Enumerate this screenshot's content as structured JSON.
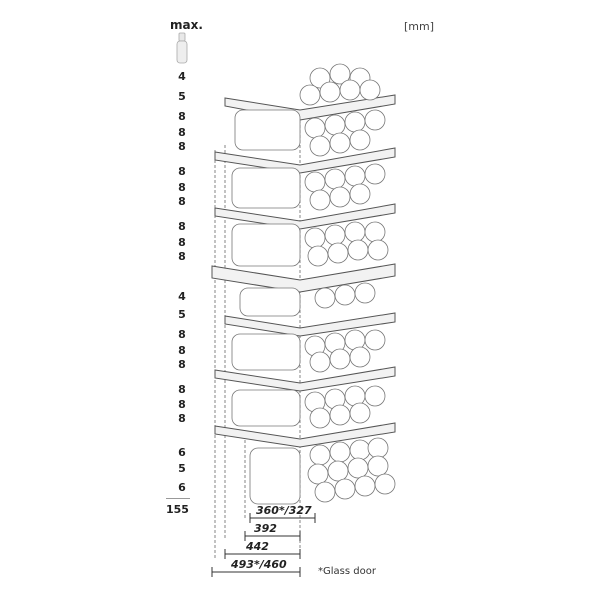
{
  "header": {
    "max_label": "max.",
    "unit": "[mm]"
  },
  "bottle_counts": [
    "4",
    "5",
    "8",
    "8",
    "8",
    "8",
    "8",
    "8",
    "8",
    "8",
    "8",
    "4",
    "5",
    "8",
    "8",
    "8",
    "8",
    "8",
    "8",
    "6",
    "5",
    "6"
  ],
  "total": "155",
  "dimensions": {
    "d1": "360*/327",
    "d2": "392",
    "d3": "442",
    "d4": "493*/460"
  },
  "footnote": "*Glass door"
}
